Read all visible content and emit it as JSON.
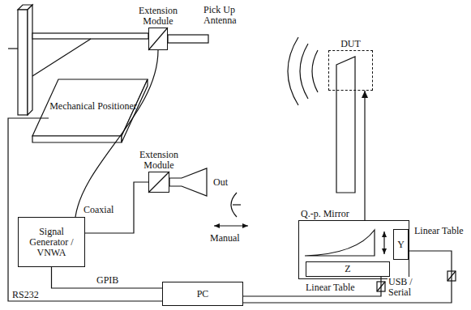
{
  "diagram": {
    "nodes": [
      {
        "text": [
          "Extension Module"
        ]
      },
      {
        "text": [
          "Mechanical Positioner"
        ]
      },
      {
        "text": [
          "Signal Generator / VNWA"
        ]
      },
      {
        "text": [
          "Extension Module"
        ]
      },
      {
        "text": [
          "PC"
        ]
      },
      {
        "text": [
          "DUT"
        ]
      },
      {
        "text": [
          "Q.-p. Mirror"
        ]
      },
      {
        "text": [
          "Z"
        ],
        "in": 6
      },
      {
        "text": [
          "Y"
        ],
        "in": 6
      }
    ],
    "edges": [
      {
        "from": 2,
        "to": 0,
        "arrow": "none",
        "label": "Coaxial"
      },
      {
        "from": 2,
        "to": 3,
        "arrow": "none"
      },
      {
        "from": 2,
        "to": 4,
        "arrow": "none",
        "label": "GPIB"
      },
      {
        "from": 1,
        "to": 4,
        "arrow": "none",
        "label": "RS232"
      },
      {
        "from": 4,
        "to": 7,
        "arrow": "none"
      },
      {
        "from": 4,
        "to": 8,
        "arrow": "none"
      },
      {
        "from": 6,
        "to": 5,
        "arrow": "to"
      }
    ],
    "labels": [
      "Pick Up Antenna",
      "Out",
      "Manual",
      "Linear Table",
      "Linear Table",
      "USB / Serial"
    ]
  }
}
